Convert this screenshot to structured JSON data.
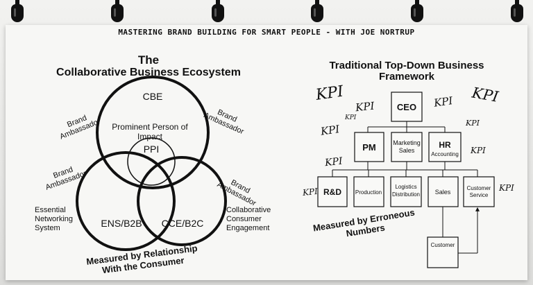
{
  "header": "MASTERING BRAND BUILDING FOR SMART PEOPLE - WITH JOE NORTRUP",
  "left": {
    "title_line1": "The",
    "title_line2": "Collaborative Business Ecosystem",
    "circle_top": "CBE",
    "center_text_line1": "Prominent Person of",
    "center_text_line2": "Impact",
    "inner_circle": "PPI",
    "circle_left": "ENS/B2B",
    "circle_right": "CCE/B2C",
    "ambassador_line1": "Brand",
    "ambassador_line2": "Ambassador",
    "ens_line1": "Essential",
    "ens_line2": "Networking",
    "ens_line3": "System",
    "cce_line1": "Collaborative",
    "cce_line2": "Consumer",
    "cce_line3": "Engagement",
    "measure_line1": "Measured by Relationship",
    "measure_line2": "With the Consumer"
  },
  "right": {
    "title_line1": "Traditional Top-Down Business",
    "title_line2": "Framework",
    "kpi": "KPI",
    "ceo": "CEO",
    "pm": "PM",
    "marketing_line1": "Marketing",
    "marketing_line2": "Sales",
    "hr_line1": "HR",
    "hr_line2": "Accounting",
    "rd": "R&D",
    "production": "Production",
    "logistics_line1": "Logistics",
    "logistics_line2": "Distribution",
    "sales": "Sales",
    "customer_service_line1": "Customer",
    "customer_service_line2": "Service",
    "customer": "Customer",
    "measure_line1": "Measured by Erroneous",
    "measure_line2": "Numbers"
  }
}
